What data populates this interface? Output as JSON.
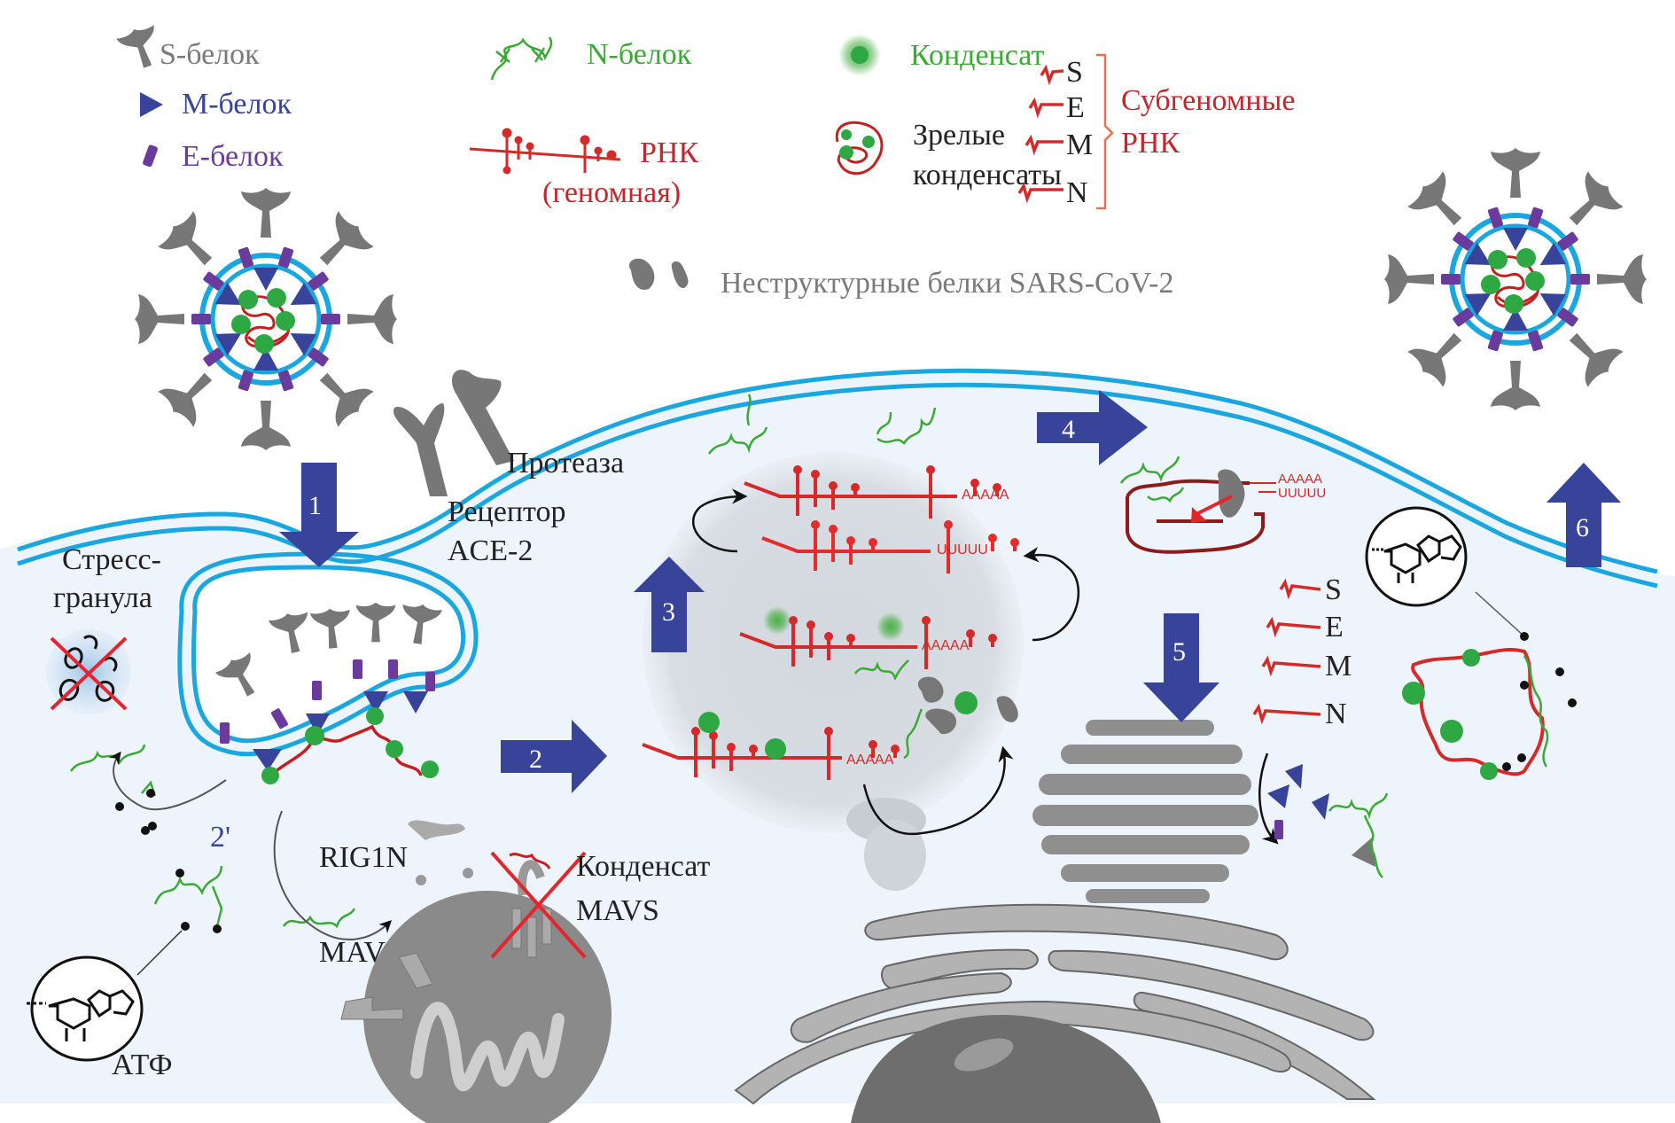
{
  "colors": {
    "s_protein": "#777777",
    "m_protein": "#37449a",
    "e_protein": "#6a3b9c",
    "n_protein": "#3aaa35",
    "rna": "#d42a2a",
    "rna_dark": "#8e1a1a",
    "membrane": "#1aa7e0",
    "cytoplasm": "#eef4fc",
    "step_arrow": "#37449a",
    "label_black": "#222222",
    "label_grey": "#7a7a7a",
    "subgenomic_label": "#c1272d",
    "cross": "#e3262d"
  },
  "legend": {
    "s_protein": "S-белок",
    "m_protein": "M-белок",
    "e_protein": "E-белок",
    "n_protein": "N-белок",
    "rna_line1": "РНК",
    "rna_line2": "(геномная)",
    "condensate": "Конденсат",
    "mature_line1": "Зрелые",
    "mature_line2": "конденсаты",
    "nsp": "Неструктурные белки SARS-CoV-2",
    "subgenomic_items": [
      "S",
      "E",
      "M",
      "N"
    ],
    "subgenomic_line1": "Субгеномные",
    "subgenomic_line2": "РНК"
  },
  "labels": {
    "protease": "Протеаза",
    "receptor_line1": "Рецептор",
    "receptor_line2": "ACE-2",
    "stress_line1": "Стресс-",
    "stress_line2": "гранула",
    "rig1n": "RIG1N",
    "mavs": "MAVS",
    "mavs_condensate_line1": "Конденсат",
    "mavs_condensate_line2": "MAVS",
    "atp": "АТФ",
    "step_2prime": "2'",
    "poly_a": "AAAAA",
    "poly_u": "UUUUU",
    "sg_items": [
      "S",
      "E",
      "M",
      "N"
    ]
  },
  "steps": [
    "1",
    "2",
    "3",
    "4",
    "5",
    "6"
  ]
}
